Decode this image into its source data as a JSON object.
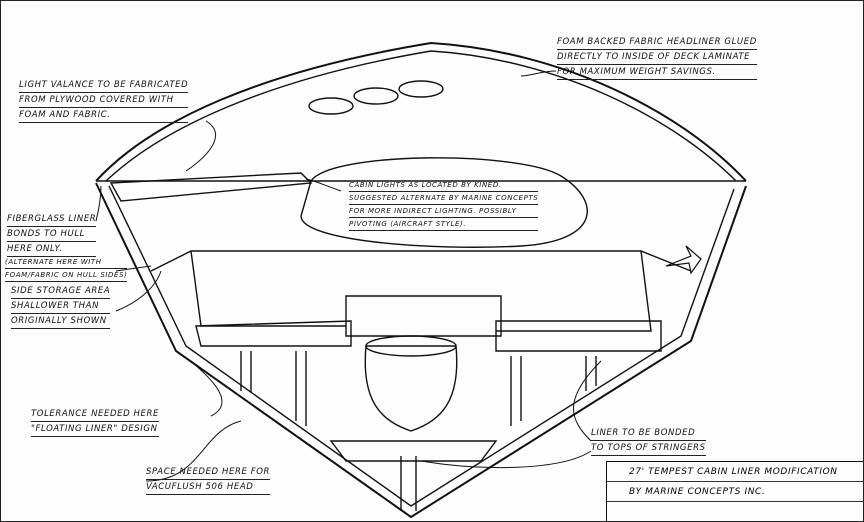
{
  "notes": {
    "headliner": [
      "FOAM BACKED FABRIC HEADLINER GLUED",
      "DIRECTLY TO INSIDE OF DECK LAMINATE",
      "FOR MAXIMUM WEIGHT SAVINGS."
    ],
    "valance": [
      "LIGHT VALANCE TO BE FABRICATED",
      "FROM PLYWOOD COVERED WITH",
      "FOAM AND FABRIC."
    ],
    "cabin_lights": [
      "CABIN LIGHTS AS LOCATED BY KINED.",
      "SUGGESTED ALTERNATE BY MARINE CONCEPTS",
      "FOR MORE INDIRECT LIGHTING. POSSIBLY",
      "PIVOTING (AIRCRAFT STYLE)."
    ],
    "fiberglass_liner": [
      "FIBERGLASS LINER",
      "BONDS TO HULL",
      "HERE ONLY."
    ],
    "alternate": [
      "(ALTERNATE HERE WITH",
      "FOAM/FABRIC ON HULL SIDES)"
    ],
    "side_storage": [
      "SIDE STORAGE AREA",
      "SHALLOWER THAN",
      "ORIGINALLY SHOWN"
    ],
    "tolerance": [
      "TOLERANCE NEEDED HERE",
      "\"FLOATING LINER\" DESIGN"
    ],
    "space_needed": [
      "SPACE NEEDED HERE FOR",
      "VACUFLUSH 506 HEAD"
    ],
    "liner_bonded": [
      "LINER TO BE BONDED",
      "TO TOPS OF STRINGERS"
    ]
  },
  "title_block": [
    "27' TEMPEST CABIN LINER MODIFICATION",
    "BY MARINE CONCEPTS INC."
  ]
}
